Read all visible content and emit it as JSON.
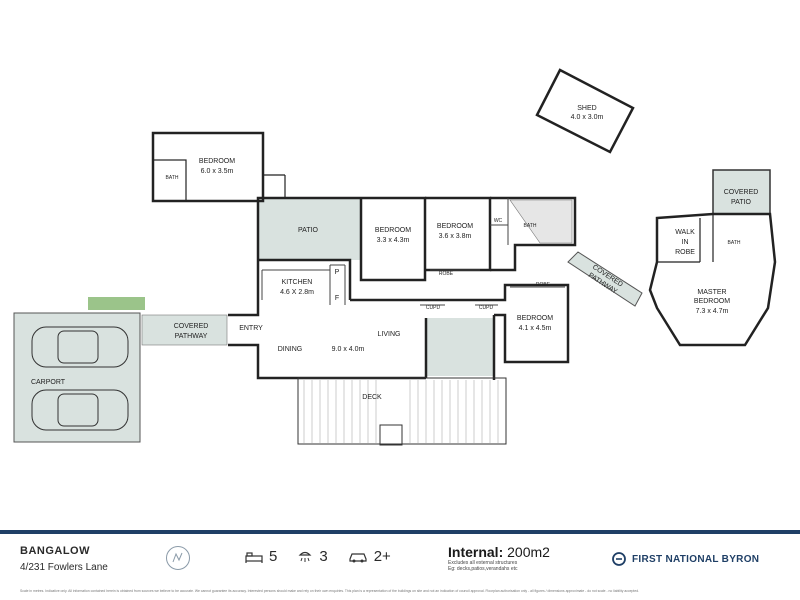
{
  "plan": {
    "shed": {
      "name": "SHED",
      "dims": "4.0 x 3.0m"
    },
    "bedroom_top": {
      "name": "BEDROOM",
      "dims": "6.0 x 3.5m"
    },
    "bath_top": "BATH",
    "patio": "PATIO",
    "bedroom_2": {
      "name": "BEDROOM",
      "dims": "3.3 x 4.3m"
    },
    "bedroom_3": {
      "name": "BEDROOM",
      "dims": "3.6 x 3.8m"
    },
    "wc": "WC",
    "bath_mid": "BATH",
    "robe_1": "ROBE",
    "covered_patio": {
      "line1": "COVERED",
      "line2": "PATIO"
    },
    "walk_in_robe": {
      "line1": "WALK",
      "line2": "IN",
      "line3": "ROBE"
    },
    "bath_master": "BATH",
    "master": {
      "line1": "MASTER",
      "line2": "BEDROOM",
      "dims": "7.3 x 4.7m"
    },
    "covered_pathway_right": {
      "line1": "COVERED",
      "line2": "PATHWAY"
    },
    "kitchen": {
      "name": "KITCHEN",
      "dims": "4.6 X 2.8m"
    },
    "pantry": "P",
    "fridge": "F",
    "robe_2": "ROBE",
    "cupd_1": "CUPD",
    "cupd_2": "CUPD",
    "bedroom_4": {
      "name": "BEDROOM",
      "dims": "4.1 x 4.5m"
    },
    "living": "LIVING",
    "dining": "DINING",
    "dining_dims": "9.0 x 4.0m",
    "entry": "ENTRY",
    "covered_pathway_left": {
      "line1": "COVERED",
      "line2": "PATHWAY"
    },
    "carport": "CARPORT",
    "deck": "DECK"
  },
  "footer": {
    "suburb": "BANGALOW",
    "address": "4/231 Fowlers Lane",
    "beds": "5",
    "baths": "3",
    "cars": "2+",
    "internal_label": "Internal:",
    "internal_value": "200m2",
    "excludes": "Excludes all external structures",
    "examples": "Eg: decks,patios,verandahs etc",
    "brand": "FIRST NATIONAL BYRON",
    "disclaimer": "Scale in metres. Indicative only. All information contained herein is obtained from sources we believe to be accurate. We cannot guarantee its accuracy. Interested persons should make and rely on their own enquiries. This plan is a representation of the buildings on site and not an indication of council approval. Floorplan authorisation only - all figures / dimensions approximate - do not scale - no liability accepted.",
    "colors": {
      "accent": "#1f3f66",
      "shade": "#d9e2df",
      "grass": "#9bc48a"
    }
  }
}
